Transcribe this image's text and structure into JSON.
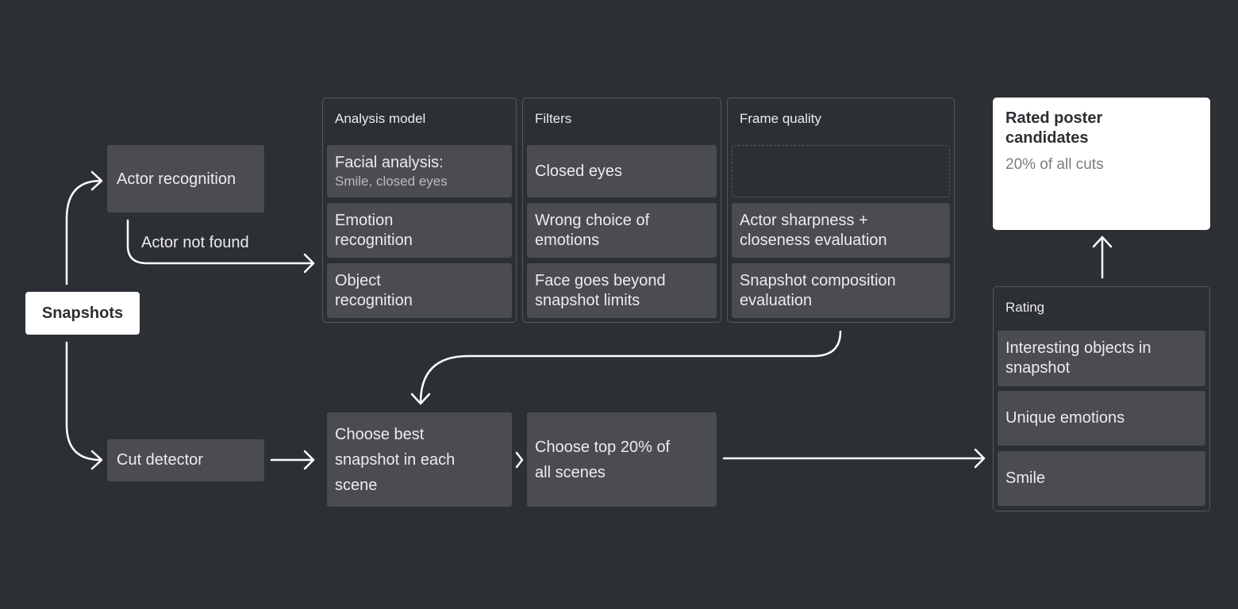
{
  "snapshots": "Snapshots",
  "actor_recognition": "Actor recognition",
  "actor_not_found": "Actor not found",
  "cut_detector": "Cut detector",
  "analysis_model": {
    "title": "Analysis model",
    "facial_title": "Facial analysis:",
    "facial_sub": "Smile, closed eyes",
    "emotion": "Emotion recognition",
    "object": "Object recognition"
  },
  "filters": {
    "title": "Filters",
    "closed_eyes": "Closed eyes",
    "wrong_emotions": "Wrong choice of emotions",
    "face_beyond": "Face goes beyond snapshot limits"
  },
  "frame_quality": {
    "title": "Frame quality",
    "sharpness": "Actor sharpness + closeness evaluation",
    "composition": "Snapshot composition evaluation"
  },
  "choose_best": "Choose best snapshot in each scene",
  "choose_top": "Choose top 20% of all scenes",
  "rating": {
    "title": "Rating",
    "interesting": "Interesting objects in snapshot",
    "unique": "Unique emotions",
    "smile": "Smile"
  },
  "rated": {
    "title": "Rated poster candidates",
    "sub": "20% of all cuts"
  },
  "colors": {
    "background": "#2c2f33",
    "box": "#4a4c50",
    "border": "#55585d",
    "arrow": "#ffffff"
  }
}
